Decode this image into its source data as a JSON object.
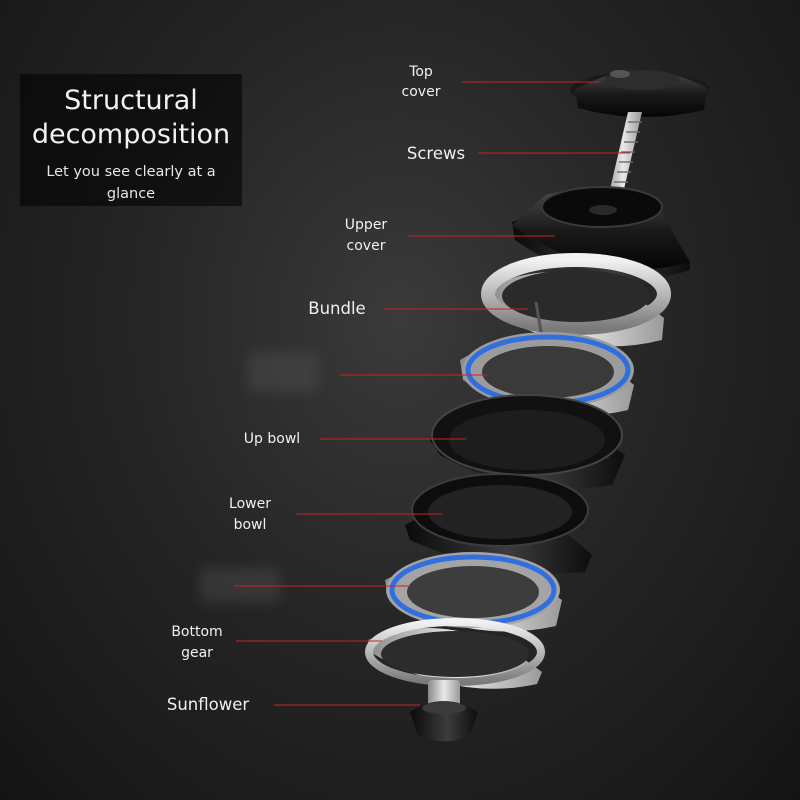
{
  "hero": {
    "title_line1": "Structural",
    "title_line2": "decomposition",
    "subtitle_line1": "Let you see clearly at a",
    "subtitle_line2": "glance"
  },
  "parts": {
    "top_cover": {
      "line1": "Top",
      "line2": "cover"
    },
    "screws": {
      "label": "Screws"
    },
    "upper_cover": {
      "line1": "Upper",
      "line2": "cover"
    },
    "bundle": {
      "label": "Bundle"
    },
    "up_bowl": {
      "label": "Up bowl"
    },
    "lower_bowl": {
      "line1": "Lower",
      "line2": "bowl"
    },
    "bottom_gear": {
      "line1": "Bottom",
      "line2": "gear"
    },
    "sunflower": {
      "label": "Sunflower"
    }
  },
  "colors": {
    "leader_line": "#c8202a",
    "bearing_seal": "#2f6fe0"
  }
}
